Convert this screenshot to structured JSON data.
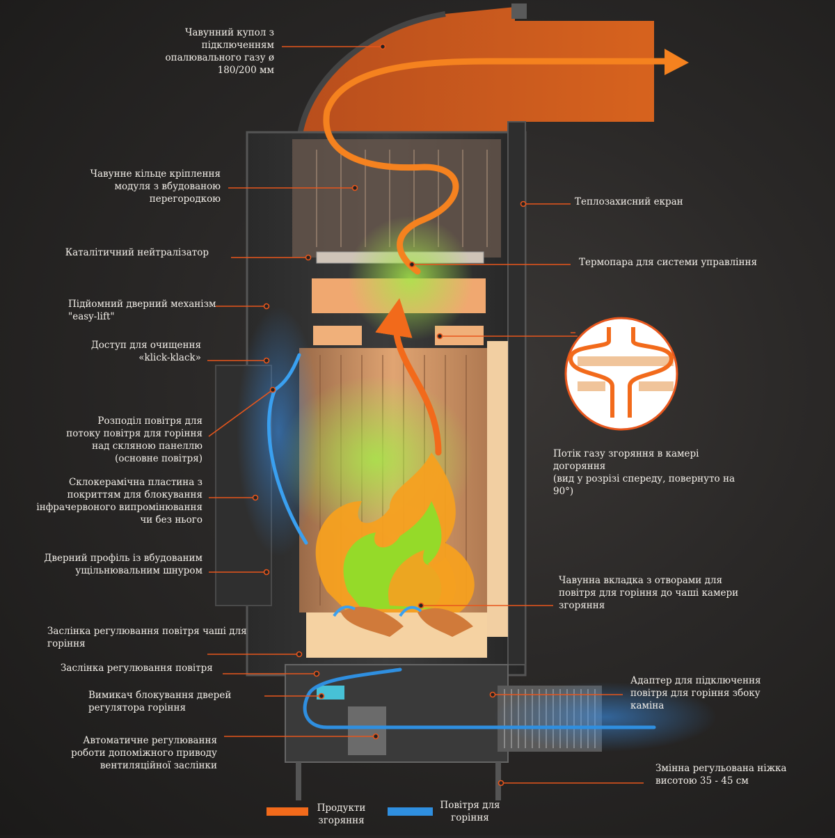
{
  "labels": {
    "dome": "Чавунний купол з\nпідключенням\nопалювального газу ø\n180/200 мм",
    "ring": "Чавунне кільце кріплення\nмодуля з вбудованою\nперегородкою",
    "catalyst": "Каталітичний нейтралізатор",
    "easylift": "Підйомний дверний механізм\n\"easy-lift\"",
    "cleaning": "Доступ для очищення\n«klick-klack»",
    "airdist": "Розподіл повітря для\nпотоку повітря для горіння\nнад скляною панеллю\n(основне повітря)",
    "glass": "Склокерамічна пластина з\nпокриттям для блокування\nінфрачервоного випромінювання\nчи без нього",
    "doorprofile": "Дверний профіль із вбудованим\nущільнювальним шнуром",
    "grateflap": "Заслінка регулювання повітря чаші для\nгоріння",
    "airflap": "Заслінка регулювання повітря",
    "doorswitch": "Вимикач блокування дверей\nрегулятора горіння",
    "autoreg": "Автоматичне регулювання\nроботи допоміжного приводу\nвентиляційної заслінки",
    "heatshield": "Теплозахисний екран",
    "thermocouple": "Термопара для системи управління",
    "gasflow": "Потік газу згоряння в камері\nдогоряння\n(вид у розрізі спереду, повернуто на\n90°)",
    "insert": "Чавунна вкладка з отворами для\nповітря для горіння до чаші камери\nзгоряння",
    "adapter": "Адаптер для підключення\nповітря для горіння збоку\nкаміна",
    "leg": "Змінна регульована ніжка\nвисотою 35 - 45 см"
  },
  "legend": {
    "products": "Продукти\nзгоряння",
    "air": "Повітря для\nгоріння"
  },
  "colors": {
    "products": "#f26a1b",
    "air": "#2f8fe0",
    "leader": "#e8561c",
    "flame_green": "#8be02a"
  }
}
